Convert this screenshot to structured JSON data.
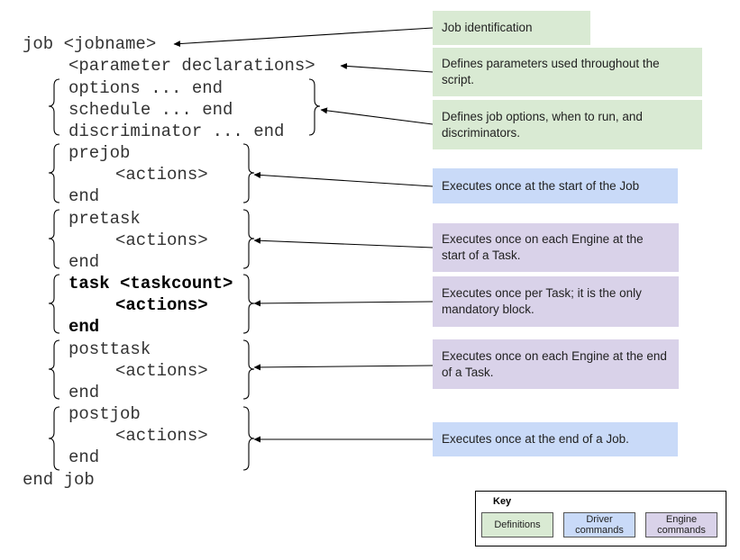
{
  "code": {
    "job_open": "job <jobname>",
    "params": "<parameter declarations>",
    "options": "options ... end",
    "schedule": "schedule ... end",
    "discriminator": "discriminator ... end",
    "prejob": "prejob",
    "prejob_actions": "<actions>",
    "prejob_end": "end",
    "pretask": "pretask",
    "pretask_actions": "<actions>",
    "pretask_end": "end",
    "task": "task <taskcount>",
    "task_actions": "<actions>",
    "task_end": "end",
    "posttask": "posttask",
    "posttask_actions": "<actions>",
    "posttask_end": "end",
    "postjob": "postjob",
    "postjob_actions": "<actions>",
    "postjob_end": "end",
    "job_close": "end job"
  },
  "annotations": {
    "job_id": "Job identification",
    "params": "Defines parameters used throughout the script.",
    "options": "Defines job options, when to run, and discriminators.",
    "prejob": "Executes once at the start of the Job",
    "pretask": "Executes once on each Engine at the start of a Task.",
    "task": "Executes once per Task; it is the only mandatory block.",
    "posttask": "Executes once on each Engine at the end of a Task.",
    "postjob": "Executes once at the end of a Job."
  },
  "key": {
    "title": "Key",
    "definitions": "Definitions",
    "driver": "Driver\ncommands",
    "engine": "Engine\ncommands"
  },
  "colors": {
    "definitions": "#d9ead3",
    "driver": "#c9daf8",
    "engine": "#d9d2e9"
  }
}
